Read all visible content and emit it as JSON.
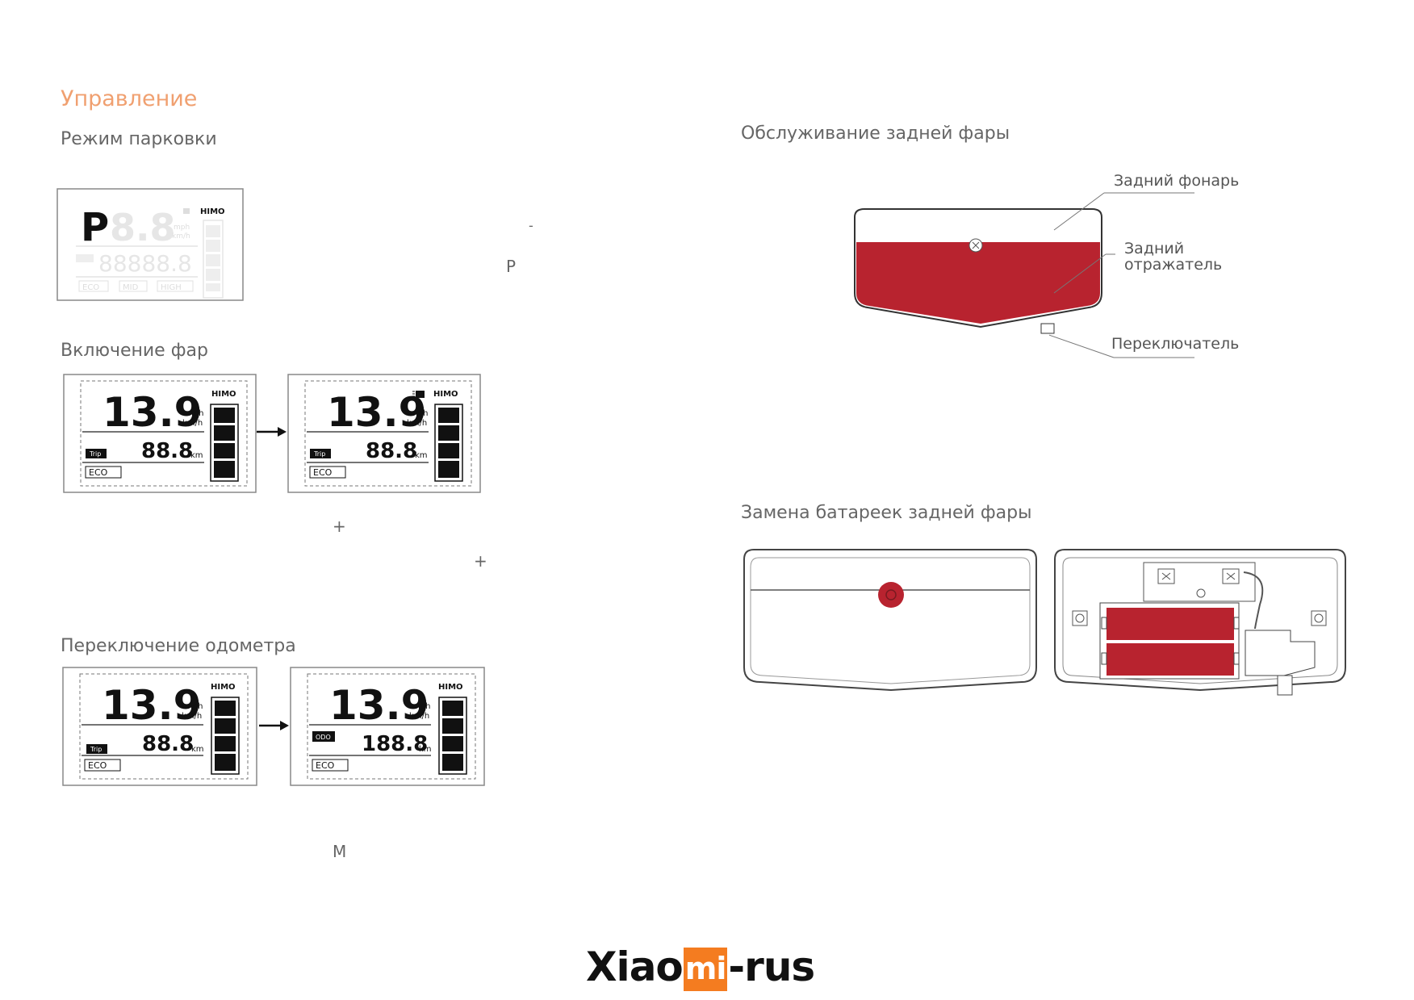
{
  "page": {
    "title": "Управление"
  },
  "parking": {
    "heading": "Режим парковки",
    "minus_symbol": "-",
    "p_symbol": "P",
    "display": {
      "big": "P8.8",
      "brand": "HIMO",
      "odo": "88888.8",
      "mph": "mph",
      "kmh": "km/h",
      "modes": [
        "ECO",
        "MID",
        "HIGH"
      ]
    }
  },
  "headlight": {
    "heading": "Включение фар",
    "plus_symbol_1": "+",
    "plus_symbol_2": "+",
    "display_before": {
      "speed": "13.9",
      "brand": "HIMO",
      "mph": "mph",
      "kmh": "km/h",
      "trip_badge": "Trip",
      "trip_value": "88.8",
      "km": "km",
      "mode": "ECO"
    },
    "display_after": {
      "speed": "13.9",
      "brand": "HIMO",
      "mph": "mph",
      "kmh": "km/h",
      "trip_badge": "Trip",
      "trip_value": "88.8",
      "km": "km",
      "mode": "ECO"
    }
  },
  "odometer": {
    "heading": "Переключение одометра",
    "m_symbol": "M",
    "display_before": {
      "speed": "13.9",
      "brand": "HIMO",
      "mph": "mph",
      "kmh": "km/h",
      "badge": "Trip",
      "value": "88.8",
      "km": "km",
      "mode": "ECO"
    },
    "display_after": {
      "speed": "13.9",
      "brand": "HIMO",
      "mph": "mph",
      "kmh": "km/h",
      "badge": "ODO",
      "value": "188.8",
      "km": "km",
      "mode": "ECO"
    }
  },
  "taillight_service": {
    "heading": "Обслуживание задней фары",
    "label_lamp": "Задний фонарь",
    "label_reflector_1": "Задний",
    "label_reflector_2": "отражатель",
    "label_switch": "Переключатель"
  },
  "battery_replace": {
    "heading": "Замена батареек задней фары"
  },
  "brand": {
    "part1": "Xiao",
    "part2": "mi",
    "part3": "-rus"
  },
  "colors": {
    "accent_orange": "#f0a070",
    "reflector_red": "#b8232f",
    "logo_orange": "#f47c20"
  }
}
